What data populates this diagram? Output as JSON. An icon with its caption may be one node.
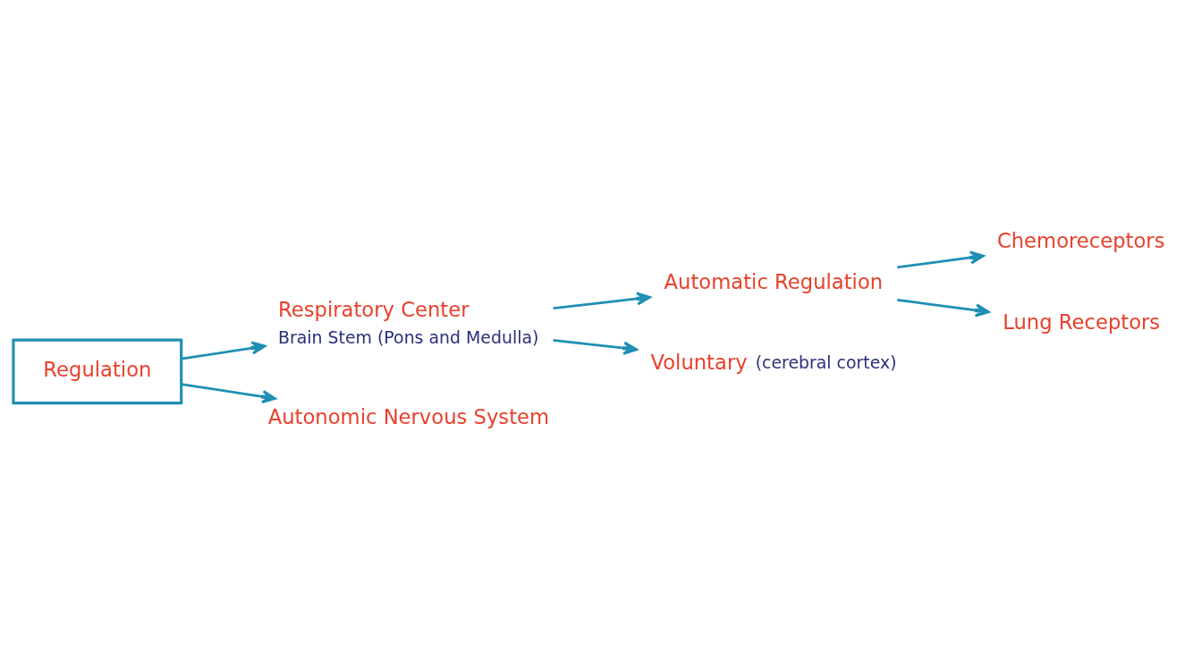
{
  "diagram": {
    "nodes": [
      {
        "text": [
          "Regulation"
        ]
      },
      {
        "text": [
          "Respiratory Center"
        ],
        "beside": [
          "Brain Stem (Pons and Medulla)"
        ]
      },
      {
        "text": [
          "Automatic Regulation"
        ]
      },
      {
        "text": [
          "Chemoreceptors"
        ]
      },
      {
        "text": [
          "Lung Receptors"
        ]
      },
      {
        "text": [
          "Voluntary"
        ],
        "beside": [
          "(cerebral cortex)"
        ]
      },
      {
        "text": [
          "Autonomic Nervous System"
        ]
      }
    ],
    "edges": [
      {
        "from": 0,
        "to": 1,
        "arrow": "to"
      },
      {
        "from": 1,
        "to": 2,
        "arrow": "to"
      },
      {
        "from": 2,
        "to": 3,
        "arrow": "to"
      },
      {
        "from": 2,
        "to": 4,
        "arrow": "to"
      },
      {
        "from": 1,
        "to": 5,
        "arrow": "to"
      },
      {
        "from": 0,
        "to": 6,
        "arrow": "to"
      }
    ]
  }
}
